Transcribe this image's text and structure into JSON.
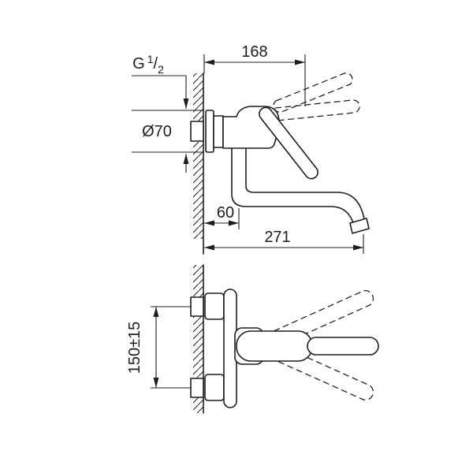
{
  "page": {
    "background": "#ffffff",
    "line_color": "#1d1d1b",
    "description": "Technical dimensional drawing of a wall-mounted single-lever sink mixer, side view (top) and plan view (bottom)"
  },
  "views": {
    "side_view": {
      "labels": {
        "thread": {
          "prefix": "G",
          "numerator": "1",
          "slash": "/",
          "denominator": "2"
        },
        "width": "168",
        "diameter": "Ø70",
        "spout_offset": "60",
        "reach": "271"
      }
    },
    "plan_view": {
      "labels": {
        "mounting_height": "150±15"
      }
    }
  }
}
